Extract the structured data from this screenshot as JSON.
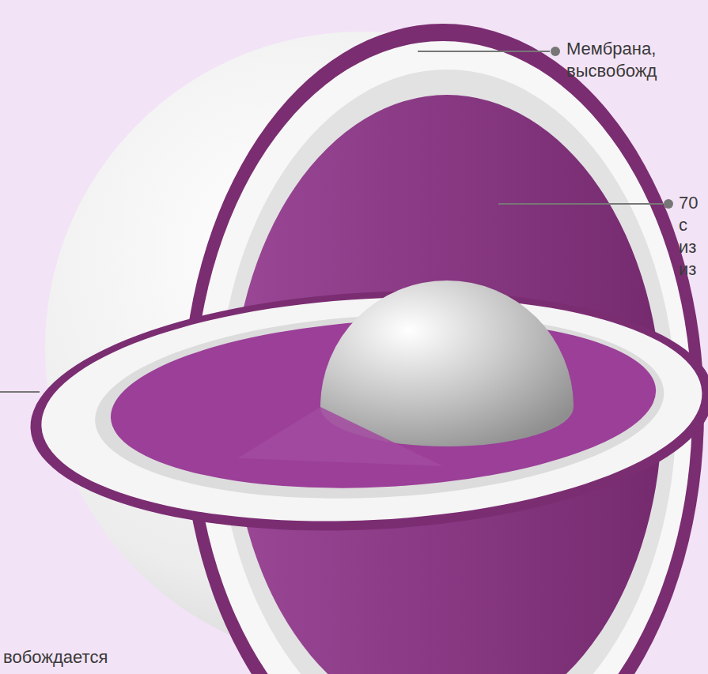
{
  "diagram": {
    "labels": [
      "Мембрана, высвобожд",
      "70 с из из",
      "вобождается"
    ]
  }
}
